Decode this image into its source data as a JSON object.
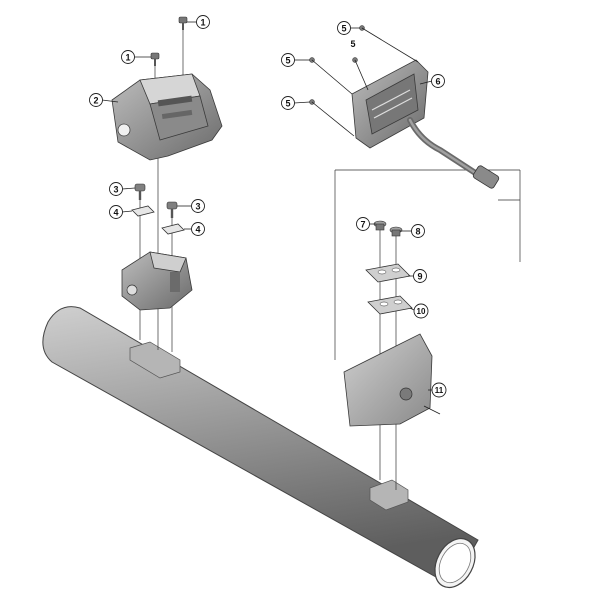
{
  "diagram": {
    "callouts": [
      {
        "id": "c1a",
        "label": "1"
      },
      {
        "id": "c1b",
        "label": "1"
      },
      {
        "id": "c2",
        "label": "2"
      },
      {
        "id": "c3a",
        "label": "3"
      },
      {
        "id": "c3b",
        "label": "3"
      },
      {
        "id": "c4a",
        "label": "4"
      },
      {
        "id": "c4b",
        "label": "4"
      },
      {
        "id": "c5a",
        "label": "5"
      },
      {
        "id": "c5b",
        "label": "5"
      },
      {
        "id": "c5c",
        "label": "5"
      },
      {
        "id": "c5d",
        "label": "5"
      },
      {
        "id": "c6",
        "label": "6"
      },
      {
        "id": "c7",
        "label": "7"
      },
      {
        "id": "c8",
        "label": "8"
      },
      {
        "id": "c9",
        "label": "9"
      },
      {
        "id": "c10",
        "label": "10"
      },
      {
        "id": "c11",
        "label": "11"
      }
    ]
  },
  "colors": {
    "part_fill": "#8f8f8f",
    "part_light": "#b9b9b9",
    "part_dark": "#5c5c5c",
    "tube_mid": "#9a9a9a",
    "tube_light": "#c8c8c8",
    "tube_dark": "#6e6e6e"
  }
}
